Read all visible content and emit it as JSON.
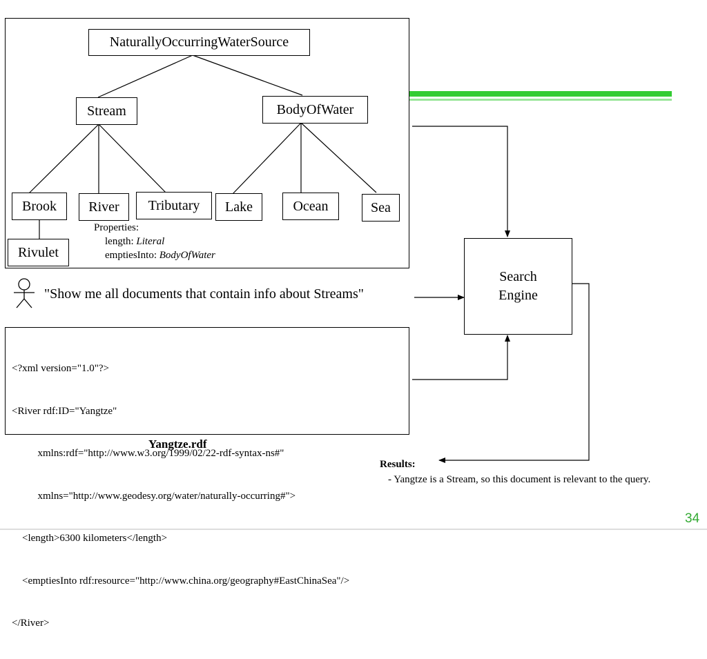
{
  "taxonomy": {
    "root": "NaturallyOccurringWaterSource",
    "stream": "Stream",
    "body_of_water": "BodyOfWater",
    "brook": "Brook",
    "river": "River",
    "tributary": "Tributary",
    "lake": "Lake",
    "ocean": "Ocean",
    "sea": "Sea",
    "rivulet": "Rivulet"
  },
  "properties": {
    "heading": "Properties:",
    "length_label": "length: ",
    "length_type": "Literal",
    "empties_label": "emptiesInto: ",
    "empties_type": "BodyOfWater"
  },
  "query": "\"Show me all documents that contain info about Streams\"",
  "search_engine": {
    "line1": "Search",
    "line2": "Engine"
  },
  "rdf_code": {
    "lines": [
      "<?xml version=\"1.0\"?>",
      "<River rdf:ID=\"Yangtze\"",
      "          xmlns:rdf=\"http://www.w3.org/1999/02/22-rdf-syntax-ns#\"",
      "          xmlns=\"http://www.geodesy.org/water/naturally-occurring#\">",
      "    <length>6300 kilometers</length>",
      "    <emptiesInto rdf:resource=\"http://www.china.org/geography#EastChinaSea\"/>",
      "</River>"
    ]
  },
  "file_caption": "Yangtze.rdf",
  "results": {
    "title": "Results:",
    "text": "- Yangtze is a Stream, so this document is relevant to the query."
  },
  "page_number": "34",
  "colors": {
    "accent_green": "#33cc33",
    "page_number": "#33aa33"
  }
}
